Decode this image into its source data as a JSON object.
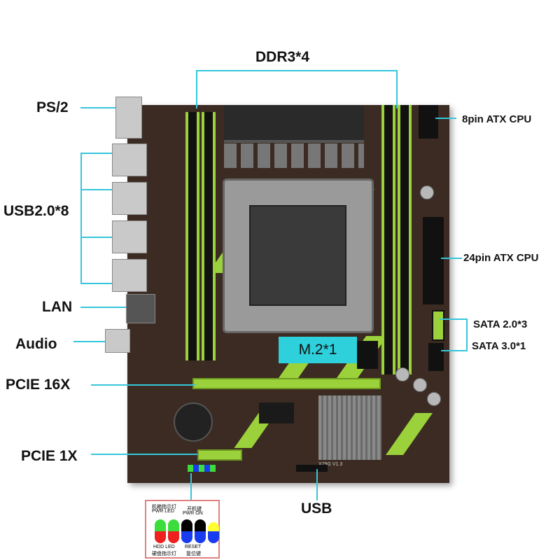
{
  "labels": {
    "ddr": "DDR3*4",
    "ps2": "PS/2",
    "usb2": "USB2.0*8",
    "lan": "LAN",
    "audio": "Audio",
    "pcie16": "PCIE 16X",
    "pcie1": "PCIE 1X",
    "usb": "USB",
    "atx8": "8pin ATX CPU",
    "atx24": "24pin ATX CPU",
    "sata2": "SATA 2.0*3",
    "sata3": "SATA 3.0*1",
    "m2": "M.2*1"
  },
  "board_text": {
    "model": "X79G V1.3"
  },
  "inset": {
    "top_cn_1": "机箱指示灯",
    "pwr_led": "PWR  LED",
    "top_cn_2": "开机键",
    "pwr_on": "PWR  ON",
    "hdd_led": "HDD  LED",
    "bottom_cn_1": "硬盘指示灯",
    "reset": "RESET",
    "bottom_cn_2": "复位键",
    "pin_colors_top": [
      "#3cdc3c",
      "#3cdc3c",
      "#000000",
      "#000000",
      "#ffff33"
    ],
    "pin_colors_bottom": [
      "#ee2020",
      "#ee2020",
      "#1a3cf0",
      "#1a3cf0",
      "#1a3cf0"
    ]
  },
  "colors": {
    "accent_line": "#35c6dc",
    "board": "#3b2b22",
    "slot_green": "#9bd13a"
  }
}
